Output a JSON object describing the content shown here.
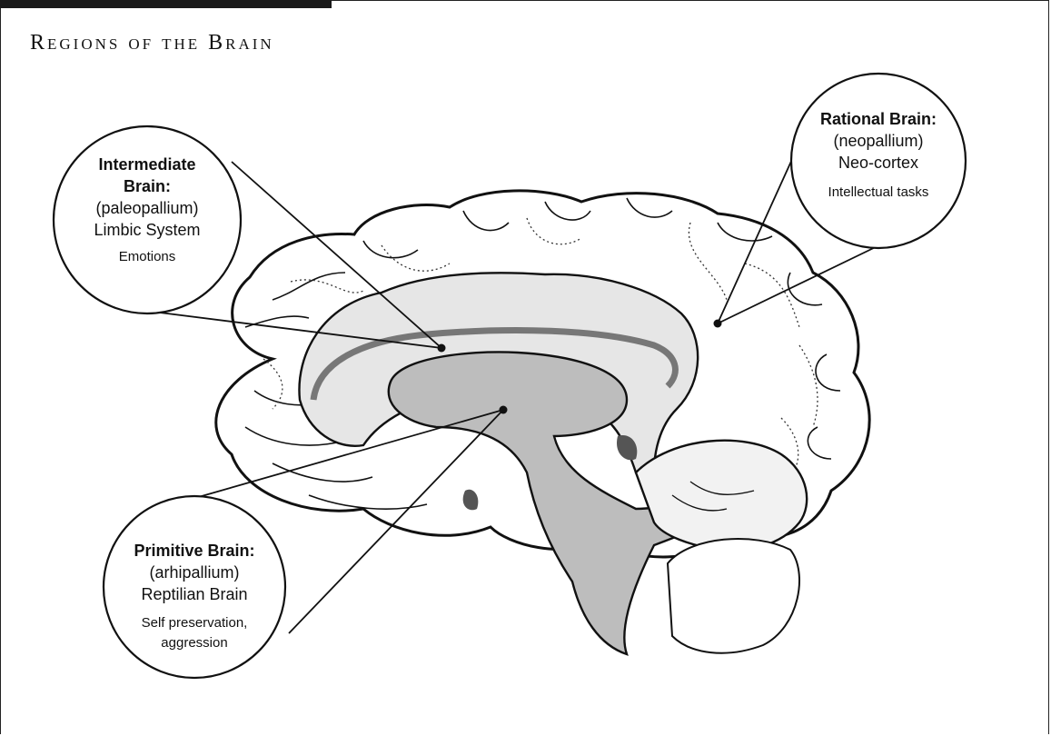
{
  "title": "Regions of the Brain",
  "colors": {
    "frame": "#222222",
    "outline": "#111111",
    "cortex_fill": "#ffffff",
    "limbic_fill": "#e6e6e6",
    "core_fill": "#bdbdbd",
    "dark_fill": "#555555"
  },
  "labels": {
    "intermediate": {
      "head_line1": "Intermediate",
      "head_line2": "Brain:",
      "sub1": "(paleopallium)",
      "sub2": "Limbic System",
      "note1": "Emotions"
    },
    "rational": {
      "head_line1": "Rational Brain:",
      "sub1": "(neopallium)",
      "sub2": "Neo-cortex",
      "note1": "Intellectual tasks"
    },
    "primitive": {
      "head_line1": "Primitive Brain:",
      "sub1": "(arhipallium)",
      "sub2": "Reptilian Brain",
      "note1": "Self preservation,",
      "note2": "aggression"
    }
  }
}
